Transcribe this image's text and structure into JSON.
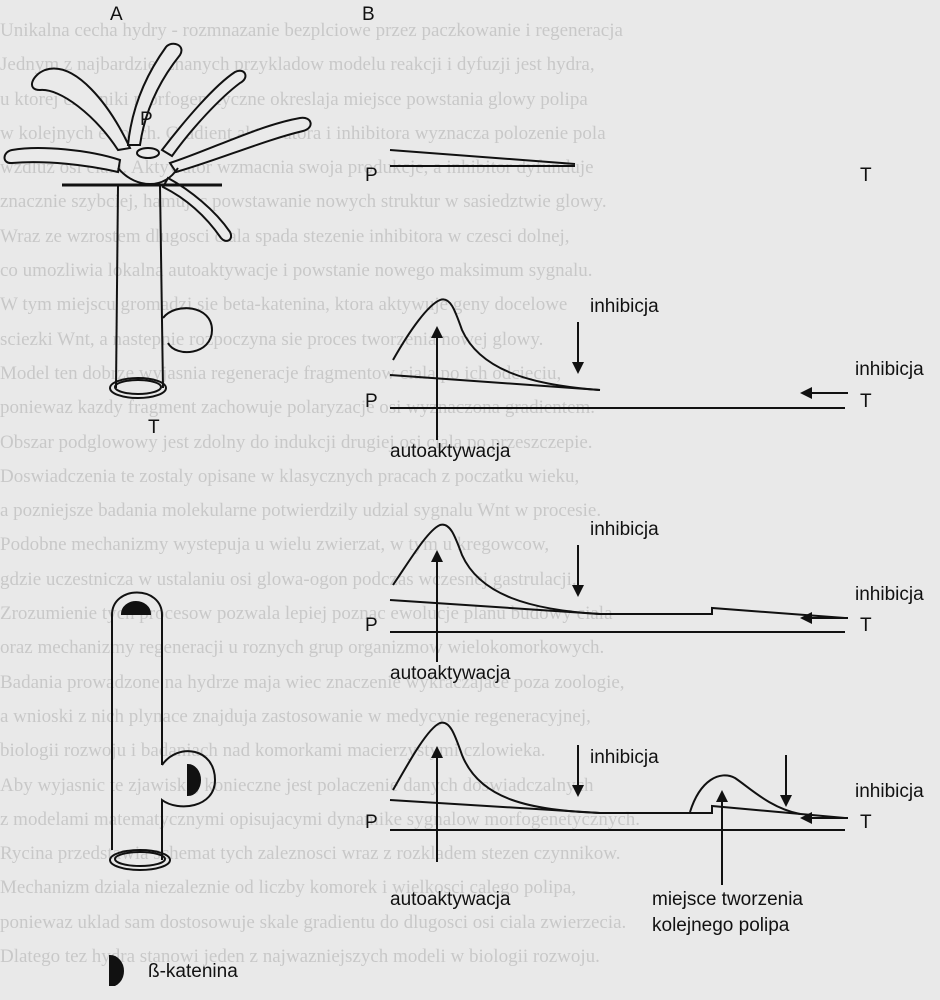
{
  "panels": {
    "a": "A",
    "b": "B"
  },
  "polyp_labels": {
    "head": "P",
    "foot": "T"
  },
  "gradient_labels": {
    "head": "P",
    "foot": "T"
  },
  "curve_labels": {
    "inhibition_top": "inhibicja",
    "inhibition_side": "inhibicja",
    "autoactivation": "autoaktywacja"
  },
  "new_polyp_site": {
    "line1": "miejsce tworzenia",
    "line2": "kolejnego polipa"
  },
  "legend": {
    "beta_catenin": "ß-katenina"
  },
  "colors": {
    "ink": "#111111",
    "background": "#e9e9e9",
    "bleed_text": "#555555"
  },
  "background_bleed_lines": [
    "Unikalna cecha hydry - rozmnazanie bezplciowe przez paczkowanie i regeneracja",
    "Jednym z najbardziej znanych przykladow modelu reakcji i dyfuzji jest hydra,",
    "u ktorej czynniki morfogenetyczne okreslaja miejsce powstania glowy polipa",
    "w kolejnych etapach. Gradient aktywatora i inhibitora wyznacza polozenie pola",
    "wzdluz osi ciala. Aktywator wzmacnia swoja produkcje, a inhibitor dyfunduje",
    "znacznie szybciej, hamujac powstawanie nowych struktur w sasiedztwie glowy.",
    "Wraz ze wzrostem dlugosci ciala spada stezenie inhibitora w czesci dolnej,",
    "co umozliwia lokalna autoaktywacje i powstanie nowego maksimum sygnalu.",
    "W tym miejscu gromadzi sie beta-katenina, ktora aktywuje geny docelowe",
    "sciezki Wnt, a nastepnie rozpoczyna sie proces tworzenia nowej glowy.",
    "Model ten dobrze wyjasnia regeneracje fragmentow ciala po ich odcieciu,",
    "poniewaz kazdy fragment zachowuje polaryzacje osi wyznaczona gradientem.",
    "Obszar podglowowy jest zdolny do indukcji drugiej osi ciala po przeszczepie.",
    "Doswiadczenia te zostaly opisane w klasycznych pracach z poczatku wieku,",
    "a pozniejsze badania molekularne potwierdzily udzial sygnalu Wnt w procesie.",
    "Podobne mechanizmy wystepuja u wielu zwierzat, w tym u kregowcow,",
    "gdzie uczestnicza w ustalaniu osi glowa-ogon podczas wczesnej gastrulacji.",
    "Zrozumienie tych procesow pozwala lepiej poznac ewolucje planu budowy ciala",
    "oraz mechanizmy regeneracji u roznych grup organizmow wielokomorkowych.",
    "Badania prowadzone na hydrze maja wiec znaczenie wykraczajace poza zoologie,",
    "a wnioski z nich plynace znajduja zastosowanie w medycynie regeneracyjnej,",
    "biologii rozwoju i badaniach nad komorkami macierzystymi czlowieka.",
    "Aby wyjasnic te zjawiska, konieczne jest polaczenie danych doswiadczalnych",
    "z modelami matematycznymi opisujacymi dynamike sygnalow morfogenetycznych.",
    "Rycina przedstawia schemat tych zaleznosci wraz z rozkladem stezen czynnikow.",
    "Mechanizm dziala niezaleznie od liczby komorek i wielkosci calego polipa,",
    "poniewaz uklad sam dostosowuje skale gradientu do dlugosci osi ciala zwierzecia.",
    "Dlatego tez hydra stanowi jeden z najwazniejszych modeli w biologii rozwoju."
  ]
}
